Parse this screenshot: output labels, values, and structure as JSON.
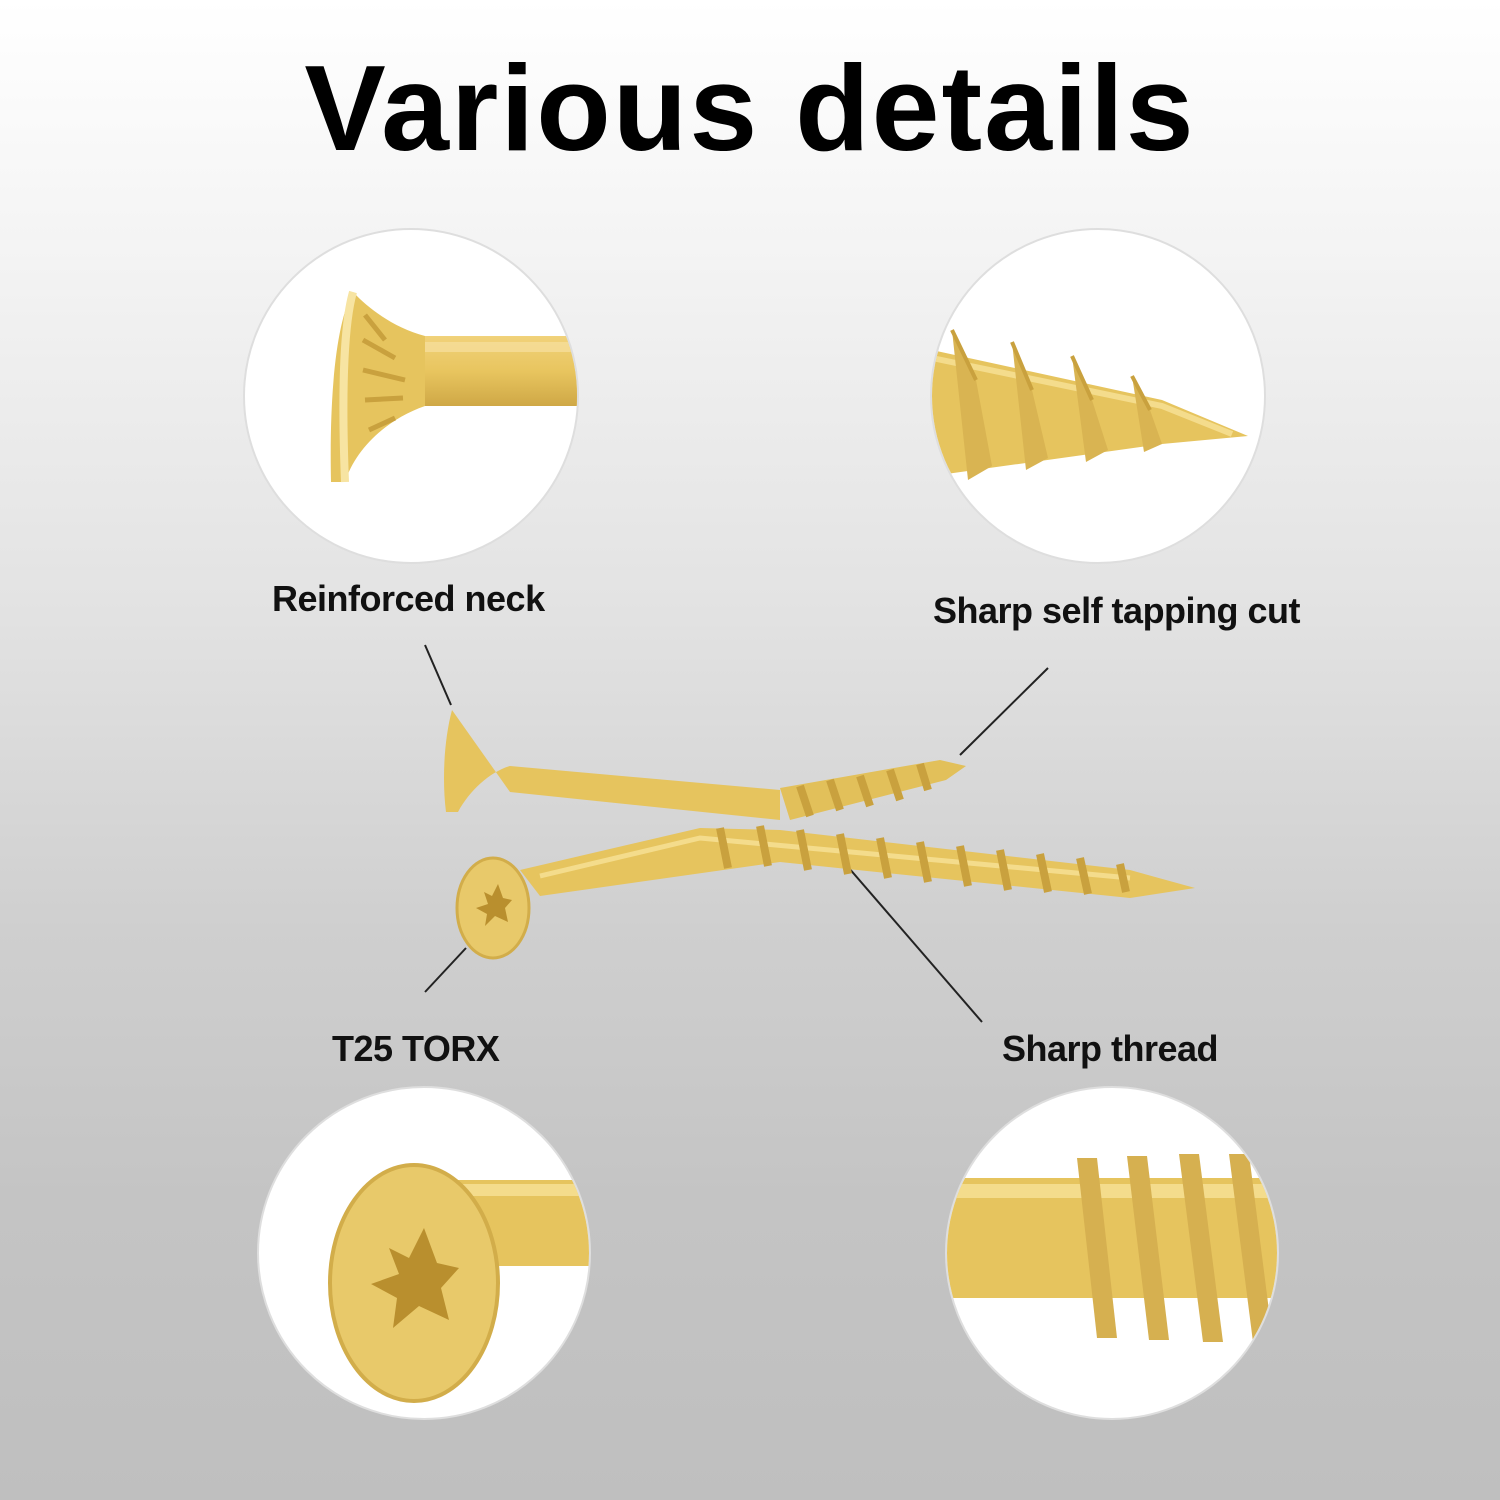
{
  "header": {
    "title": "Various details"
  },
  "colors": {
    "gold": "#e6c45e",
    "gold_dark": "#c9a13e",
    "gold_light": "#f4dc8c",
    "line": "#222222"
  },
  "labels": {
    "neck": "Reinforced  neck",
    "tapping": "Sharp self tapping cut",
    "torx": "T25  TORX",
    "thread": "Sharp thread"
  }
}
